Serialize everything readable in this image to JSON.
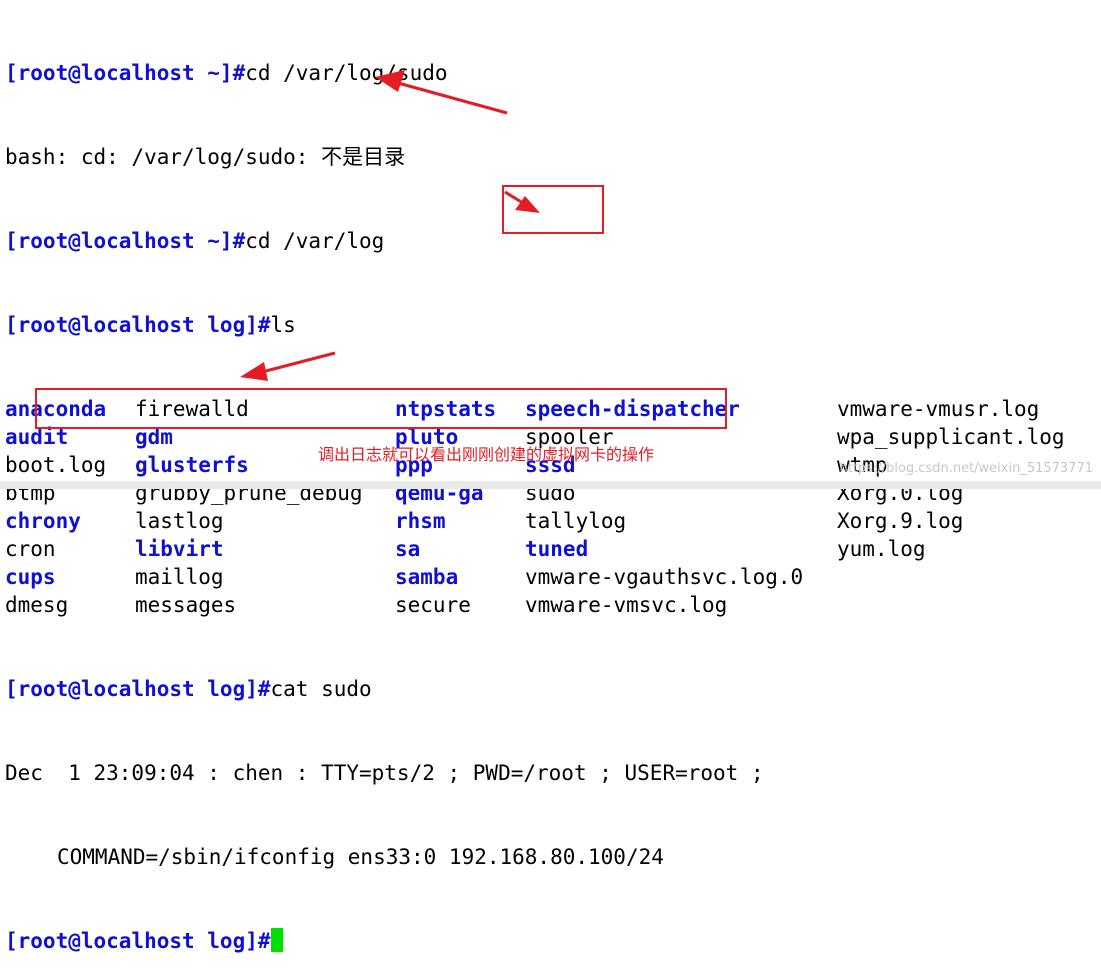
{
  "terminal": {
    "prompt_home": "[root@localhost ~]#",
    "prompt_log": "[root@localhost log]#",
    "cmd1": "cd /var/log/sudo",
    "err1": "bash: cd: /var/log/sudo: 不是目录",
    "cmd2": "cd /var/log",
    "cmd3": "ls",
    "ls_rows": [
      [
        {
          "t": "anaconda",
          "d": true
        },
        {
          "t": "firewalld",
          "d": false
        },
        {
          "t": "ntpstats",
          "d": true
        },
        {
          "t": "speech-dispatcher",
          "d": true
        },
        {
          "t": "vmware-vmusr.log",
          "d": false
        }
      ],
      [
        {
          "t": "audit",
          "d": true
        },
        {
          "t": "gdm",
          "d": true
        },
        {
          "t": "pluto",
          "d": true
        },
        {
          "t": "spooler",
          "d": false
        },
        {
          "t": "wpa_supplicant.log",
          "d": false
        }
      ],
      [
        {
          "t": "boot.log",
          "d": false
        },
        {
          "t": "glusterfs",
          "d": true
        },
        {
          "t": "ppp",
          "d": true
        },
        {
          "t": "sssd",
          "d": true
        },
        {
          "t": "wtmp",
          "d": false
        }
      ],
      [
        {
          "t": "btmp",
          "d": false
        },
        {
          "t": "grubby_prune_debug",
          "d": false
        },
        {
          "t": "qemu-ga",
          "d": true
        },
        {
          "t": "sudo",
          "d": false
        },
        {
          "t": "Xorg.0.log",
          "d": false
        }
      ],
      [
        {
          "t": "chrony",
          "d": true
        },
        {
          "t": "lastlog",
          "d": false
        },
        {
          "t": "rhsm",
          "d": true
        },
        {
          "t": "tallylog",
          "d": false
        },
        {
          "t": "Xorg.9.log",
          "d": false
        }
      ],
      [
        {
          "t": "cron",
          "d": false
        },
        {
          "t": "libvirt",
          "d": true
        },
        {
          "t": "sa",
          "d": true
        },
        {
          "t": "tuned",
          "d": true
        },
        {
          "t": "yum.log",
          "d": false
        }
      ],
      [
        {
          "t": "cups",
          "d": true
        },
        {
          "t": "maillog",
          "d": false
        },
        {
          "t": "samba",
          "d": true
        },
        {
          "t": "vmware-vgauthsvc.log.0",
          "d": false
        },
        {
          "t": "",
          "d": false
        }
      ],
      [
        {
          "t": "dmesg",
          "d": false
        },
        {
          "t": "messages",
          "d": false
        },
        {
          "t": "secure",
          "d": false
        },
        {
          "t": "vmware-vmsvc.log",
          "d": false
        },
        {
          "t": "",
          "d": false
        }
      ]
    ],
    "cmd4": "cat sudo",
    "log_line1": "Dec  1 23:09:04 : chen : TTY=pts/2 ; PWD=/root ; USER=root ;",
    "log_line2": "COMMAND=/sbin/ifconfig ens33:0 192.168.80.100/24"
  },
  "annotation": "调出日志就可以看出刚刚创建的虚拟网卡的操作",
  "watermark": "https://blog.csdn.net/weixin_51573771",
  "colors": {
    "prompt": "#1010d0",
    "directory": "#1010d0",
    "annotation_red": "#e51c23",
    "cursor": "#00e000"
  }
}
